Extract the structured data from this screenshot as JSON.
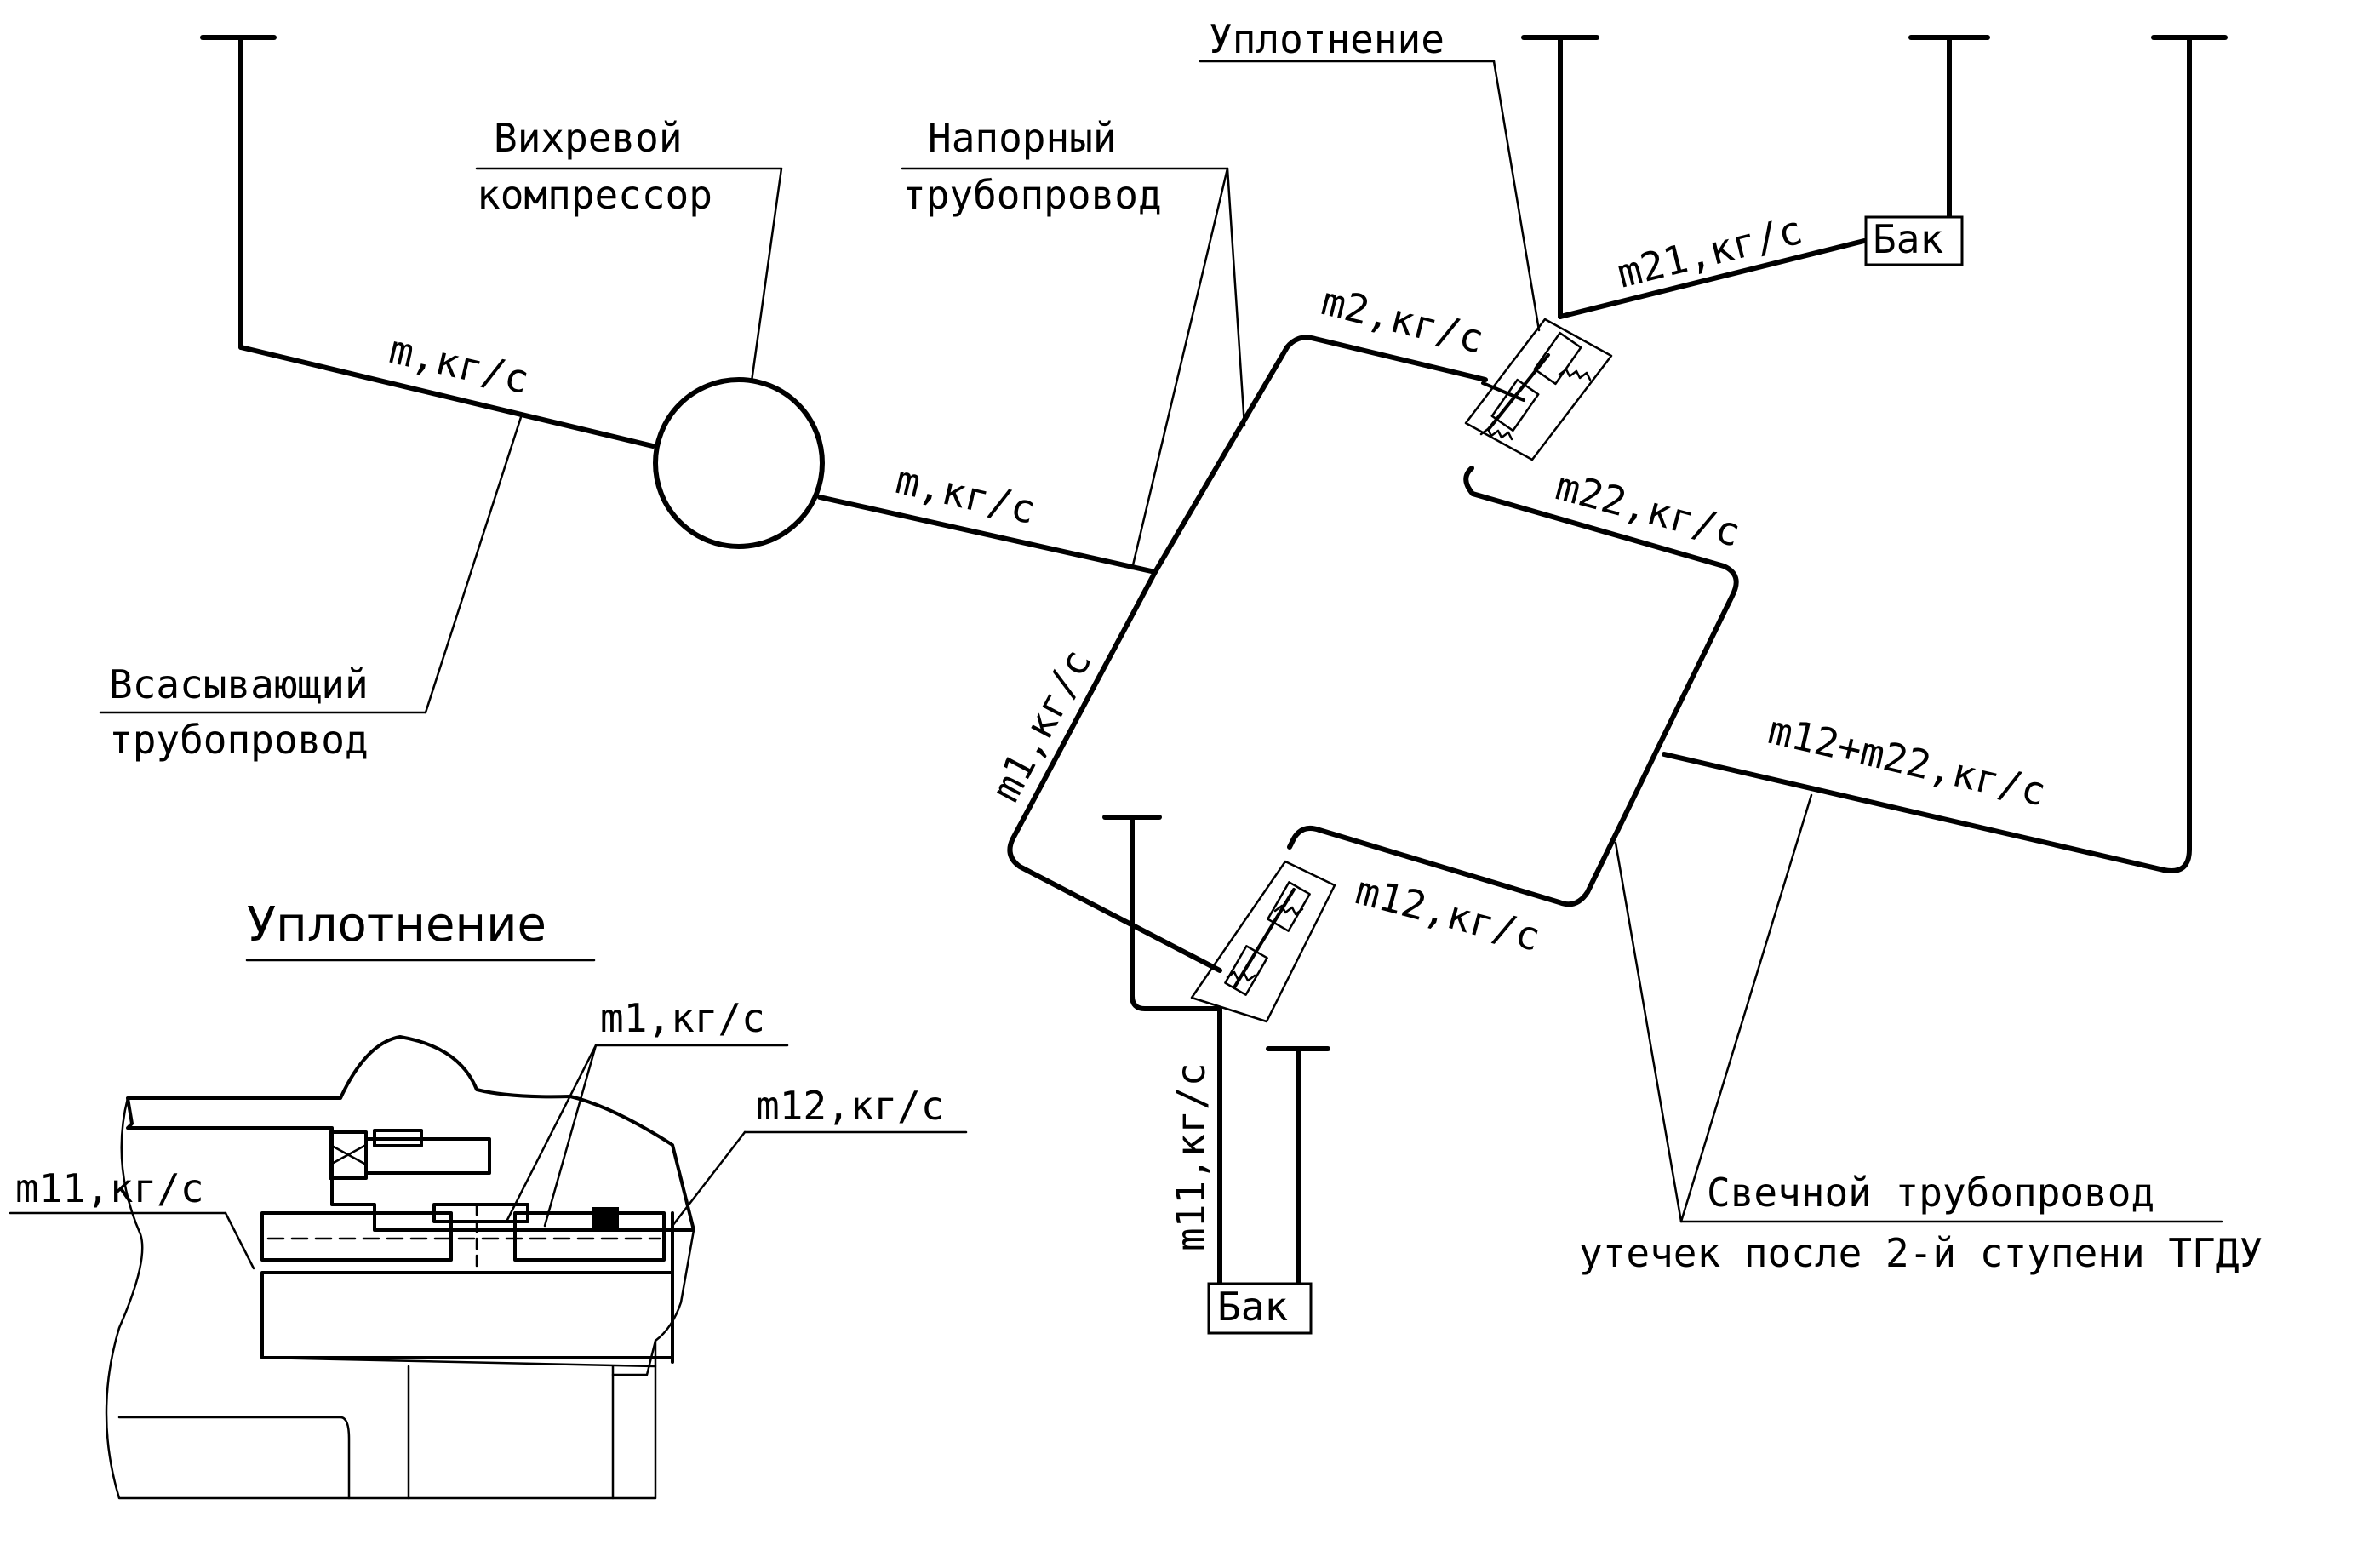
{
  "labels": {
    "vortex_compressor_1": "Вихревой",
    "vortex_compressor_2": "компрессор",
    "pressure_pipe_1": "Напорный",
    "pressure_pipe_2": "трубопровод",
    "suction_pipe_1": "Всасывающий",
    "suction_pipe_2": "трубопровод",
    "seal_top": "Уплотнение",
    "candle_pipe_1": "Свечной трубопровод",
    "candle_pipe_2": "утечек после 2-й ступени ТГДУ",
    "tank_top": "Бак",
    "tank_bottom": "Бак",
    "detail_title": "Уплотнение"
  },
  "flows": {
    "m_suction": "m,кг/с",
    "m_pressure": "m,кг/с",
    "m1": "m1,кг/с",
    "m2": "m2,кг/с",
    "m21": "m21,кг/с",
    "m22": "m22,кг/с",
    "m12": "m12,кг/с",
    "m12_m22": "m12+m22,кг/с",
    "m11": "m11,кг/с"
  },
  "detail_flows": {
    "m1": "m1,кг/с",
    "m12": "m12,кг/с",
    "m11": "m11,кг/с"
  }
}
